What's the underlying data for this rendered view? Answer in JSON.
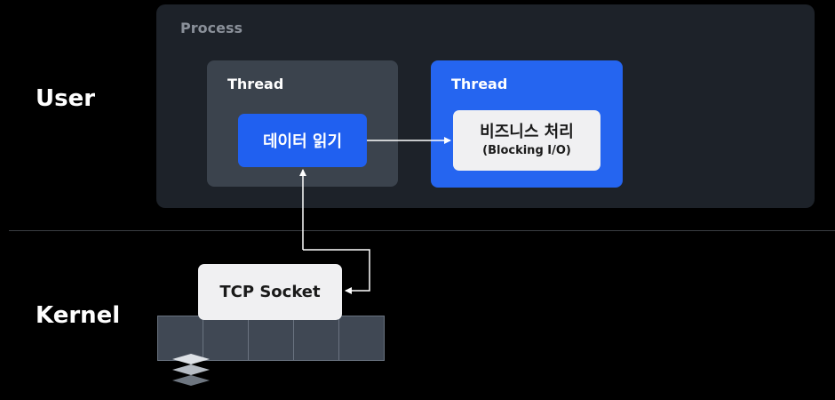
{
  "layers": {
    "user": "User",
    "kernel": "Kernel"
  },
  "process": {
    "label": "Process",
    "threads": [
      {
        "label": "Thread",
        "task": "데이터 읽기"
      },
      {
        "label": "Thread",
        "task": "비즈니스 처리",
        "task_detail": "(Blocking I/O)"
      }
    ]
  },
  "kernel_section": {
    "socket_label": "TCP Socket"
  },
  "icons": {
    "stack": "stack-icon"
  },
  "colors": {
    "background": "#000000",
    "process_box": "#1d2229",
    "thread_box": "#3b434d",
    "accent_blue": "#2565f0",
    "light_box": "#f0f0f2",
    "muted_text": "#8a9099"
  }
}
